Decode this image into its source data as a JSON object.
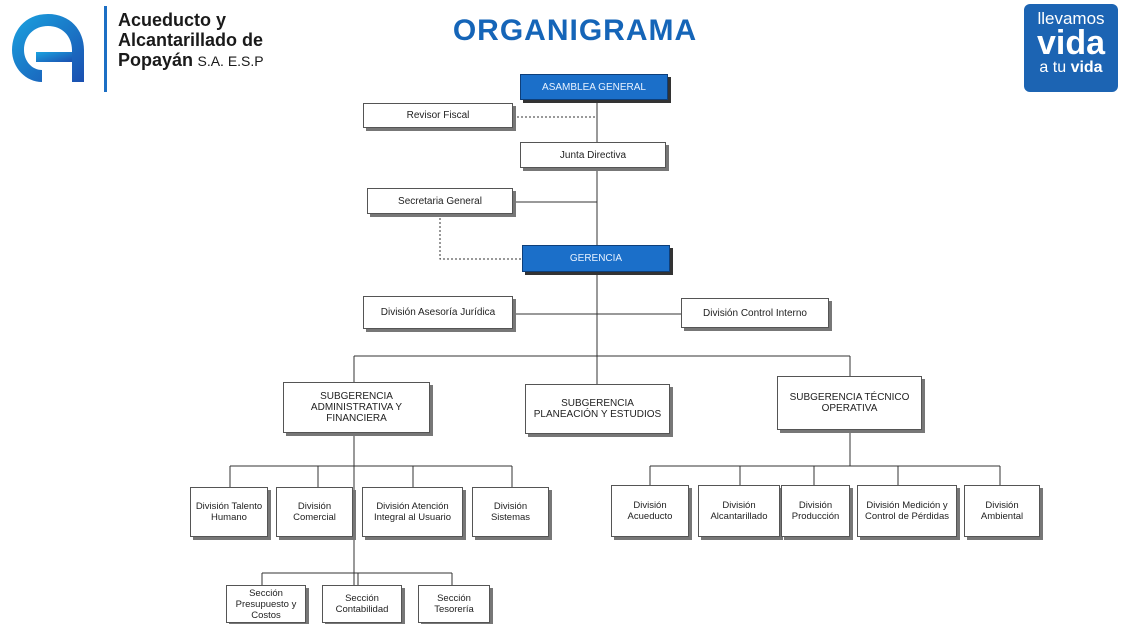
{
  "header": {
    "org_line1": "Acueducto y",
    "org_line2": "Alcantarillado de",
    "org_line3": "Popayán",
    "org_line3_suffix": "S.A. E.S.P",
    "title": "ORGANIGRAMA",
    "slogan_line1": "llevamos",
    "slogan_line2": "vida",
    "slogan_line3a": "a tu ",
    "slogan_line3b": "vida"
  },
  "colors": {
    "brand_blue": "#1565b8",
    "highlight_box": "#1b6fc9",
    "logo_gradient_start": "#1aa3e0",
    "logo_gradient_end": "#1b4fb0"
  },
  "org": {
    "asamblea": "ASAMBLEA GENERAL",
    "revisor": "Revisor Fiscal",
    "junta": "Junta Directiva",
    "secretaria": "Secretaria General",
    "gerencia": "GERENCIA",
    "asesoria": "División Asesoría Jurídica",
    "control_interno": "División Control Interno",
    "sub_admin": "SUBGERENCIA ADMINISTRATIVA Y FINANCIERA",
    "sub_planeacion": "SUBGERENCIA PLANEACIÓN Y ESTUDIOS",
    "sub_tecnico": "SUBGERENCIA TÉCNICO OPERATIVA",
    "talento": "División Talento Humano",
    "comercial": "División Comercial",
    "atencion": "División Atención Integral al Usuario",
    "sistemas": "División Sistemas",
    "acueducto": "División Acueducto",
    "alcantarillado": "División Alcantarillado",
    "produccion": "División Producción",
    "medicion": "División Medición y Control de Pérdidas",
    "ambiental": "División Ambiental",
    "presupuesto": "Sección Presupuesto y Costos",
    "contabilidad": "Sección Contabilidad",
    "tesoreria": "Sección Tesorería"
  }
}
